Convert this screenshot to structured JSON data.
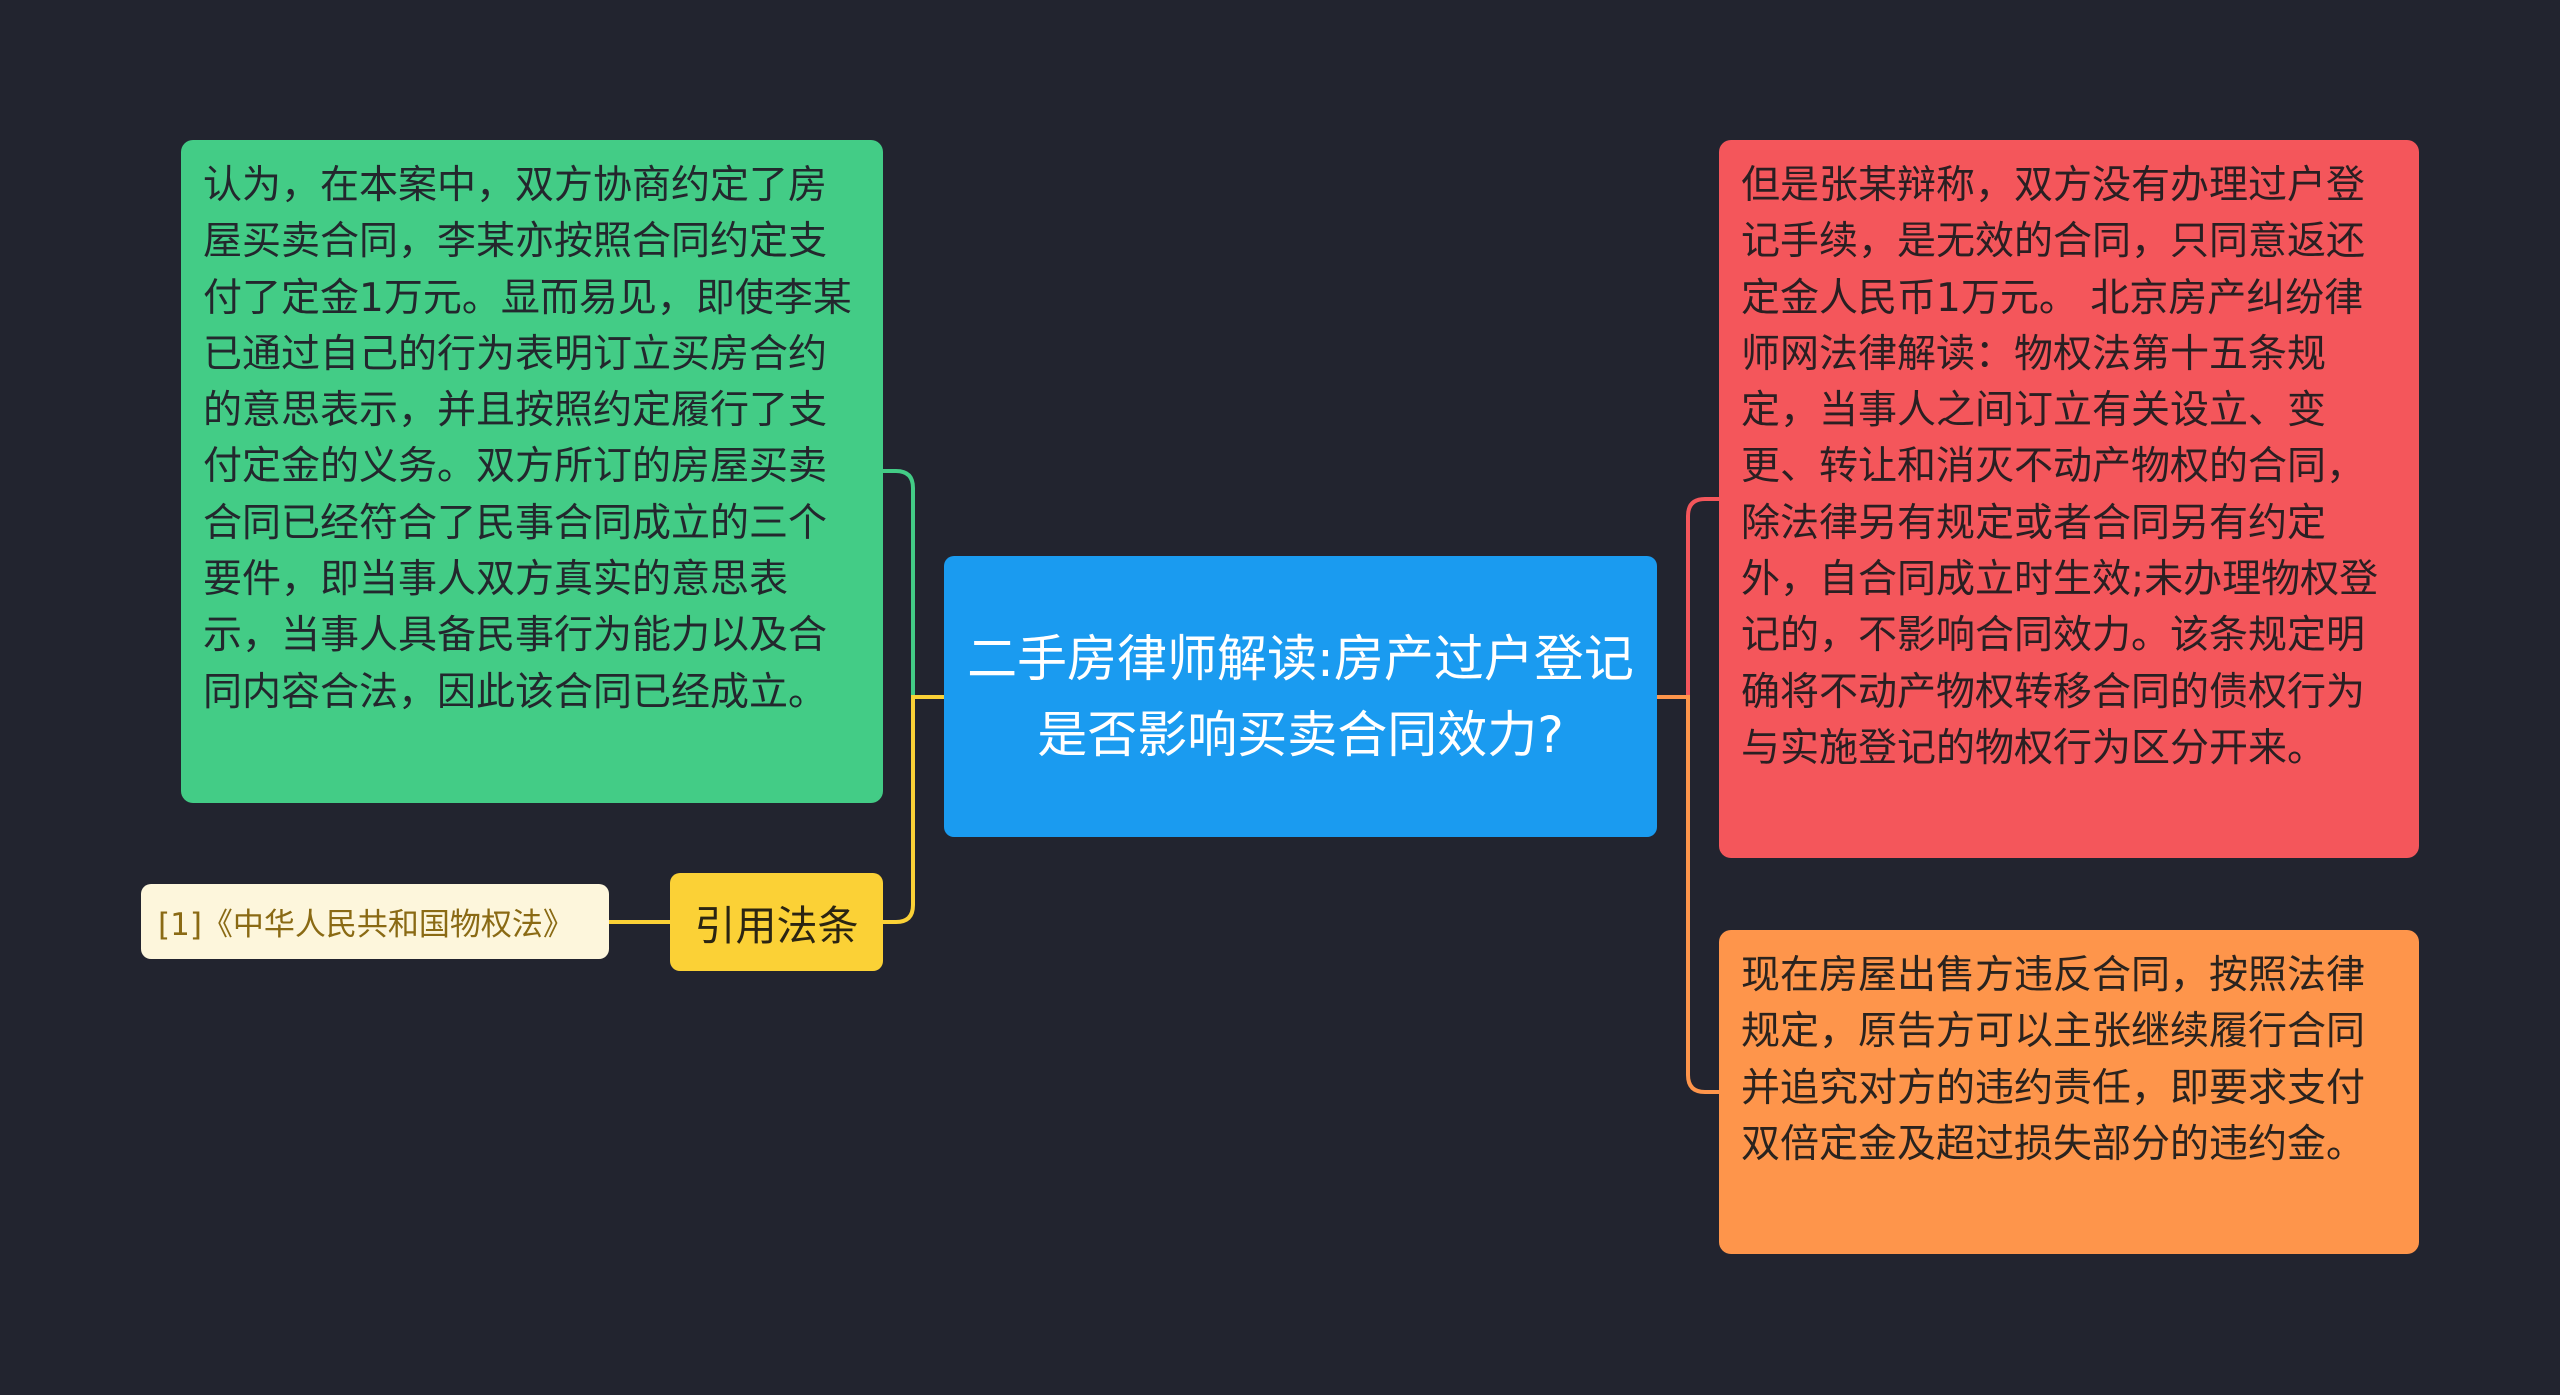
{
  "mindmap": {
    "root": {
      "text": "二手房律师解读:房产过户登记是否影响买卖合同效力?"
    },
    "left_branch": {
      "text": "认为，在本案中，双方协商约定了房屋买卖合同，李某亦按照合同约定支付了定金1万元。显而易见，即使李某已通过自己的行为表明订立买房合约的意思表示，并且按照约定履行了支付定金的义务。双方所订的房屋买卖合同已经符合了民事合同成立的三个要件，即当事人双方真实的意思表示，当事人具备民事行为能力以及合同内容合法，因此该合同已经成立。",
      "color": "#43cc86"
    },
    "citation": {
      "label": "引用法条",
      "color": "#fbd136",
      "reference": "[1]《中华人民共和国物权法》"
    },
    "right_branches": [
      {
        "text": "但是张某辩称，双方没有办理过户登记手续，是无效的合同，只同意返还定金人民币1万元。 北京房产纠纷律师网法律解读：物权法第十五条规定，当事人之间订立有关设立、变更、转让和消灭不动产物权的合同，除法律另有规定或者合同另有约定外，自合同成立时生效;未办理物权登记的，不影响合同效力。该条规定明确将不动产物权转移合同的债权行为与实施登记的物权行为区分开来。",
        "color": "#f4565b"
      },
      {
        "text": "现在房屋出售方违反合同，按照法律规定，原告方可以主张继续履行合同并追究对方的违约责任，即要求支付双倍定金及超过损失部分的违约金。",
        "color": "#fe954b"
      }
    ]
  },
  "colors": {
    "background": "#22242f",
    "root": "#1a9bf0",
    "connector_left": "#43cc86",
    "connector_citation": "#fbd136",
    "connector_right": "#fe954b"
  }
}
